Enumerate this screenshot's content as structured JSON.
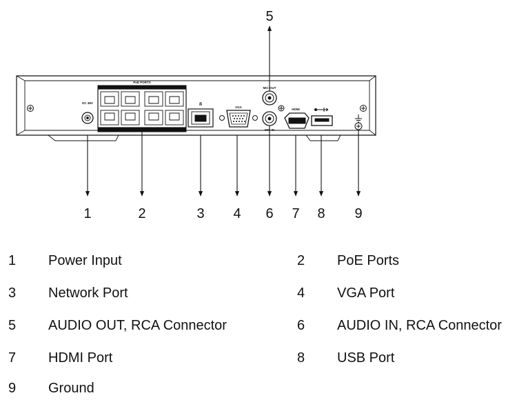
{
  "device": {
    "panel_labels": {
      "dc": "DC 48V",
      "poe": "PoE PORTS",
      "vga": "VGA",
      "mic_out": "MIC OUT",
      "mic_in": "MIC IN",
      "hdmi": "HDMI",
      "net": "品"
    }
  },
  "callouts": [
    {
      "num": "1",
      "label": "Power Input"
    },
    {
      "num": "2",
      "label": "PoE Ports"
    },
    {
      "num": "3",
      "label": "Network Port"
    },
    {
      "num": "4",
      "label": "VGA Port"
    },
    {
      "num": "5",
      "label": "AUDIO OUT, RCA Connector"
    },
    {
      "num": "6",
      "label": "AUDIO IN, RCA Connector"
    },
    {
      "num": "7",
      "label": "HDMI Port"
    },
    {
      "num": "8",
      "label": "USB Port"
    },
    {
      "num": "9",
      "label": "Ground"
    }
  ]
}
